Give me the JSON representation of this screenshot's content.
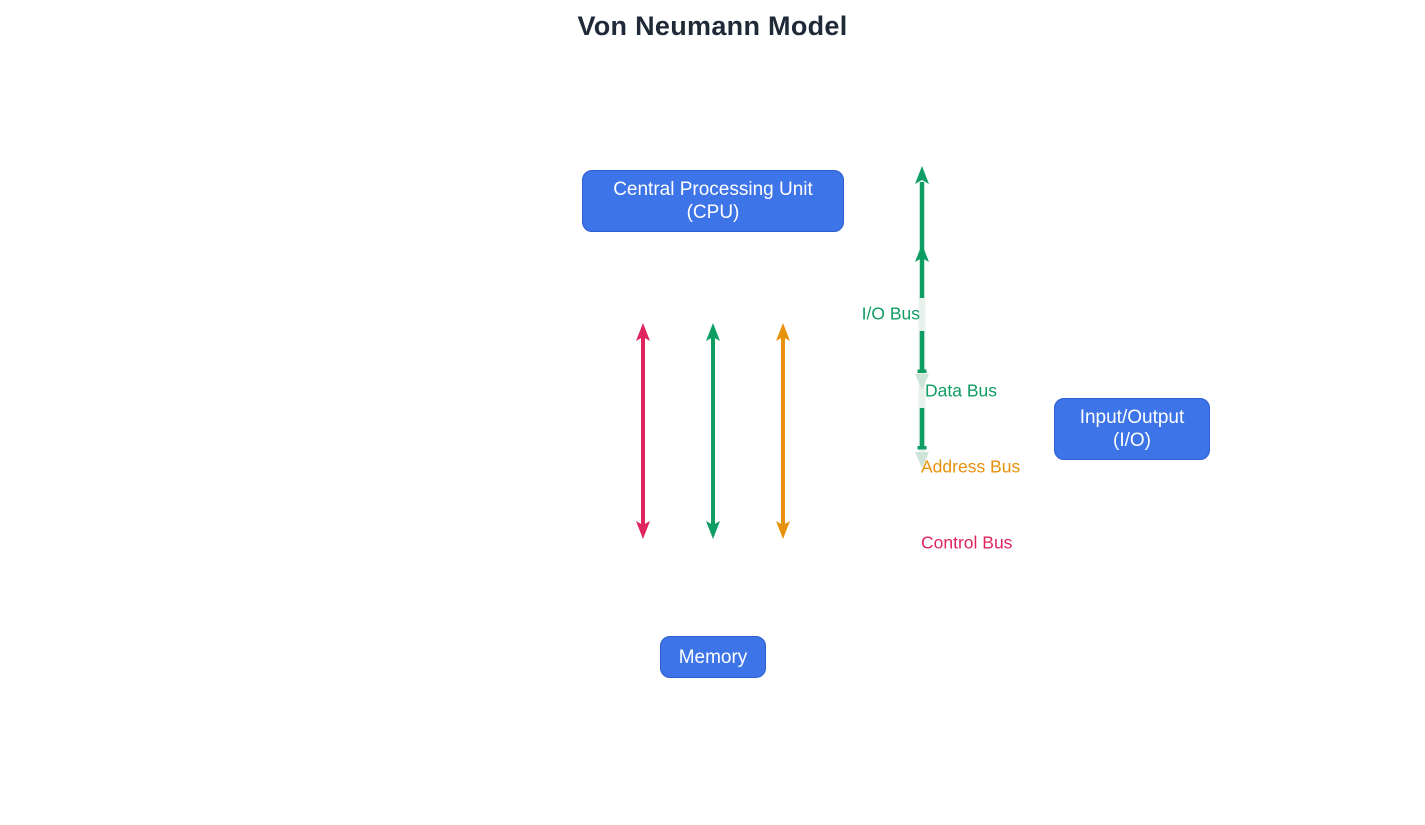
{
  "title": "Von Neumann Model",
  "nodes": {
    "cpu": {
      "line1": "Central Processing Unit",
      "line2": "(CPU)"
    },
    "io": {
      "line1": "Input/Output",
      "line2": "(I/O)"
    },
    "memory": {
      "line1": "Memory"
    }
  },
  "bus_labels": {
    "io_bus": "I/O Bus",
    "data_bus": "Data Bus",
    "address_bus": "Address Bus",
    "control_bus": "Control Bus"
  },
  "colors": {
    "title-text": "#1F2937",
    "node-fill": "#3D74E8",
    "node-border": "#2B5DD0",
    "node-text": "#FFFFFF",
    "green": "#0E9D63",
    "crimson": "#E0245E",
    "orange": "#E8910C",
    "band": "#E9F1EC",
    "band-strong": "#CFE4D8"
  }
}
